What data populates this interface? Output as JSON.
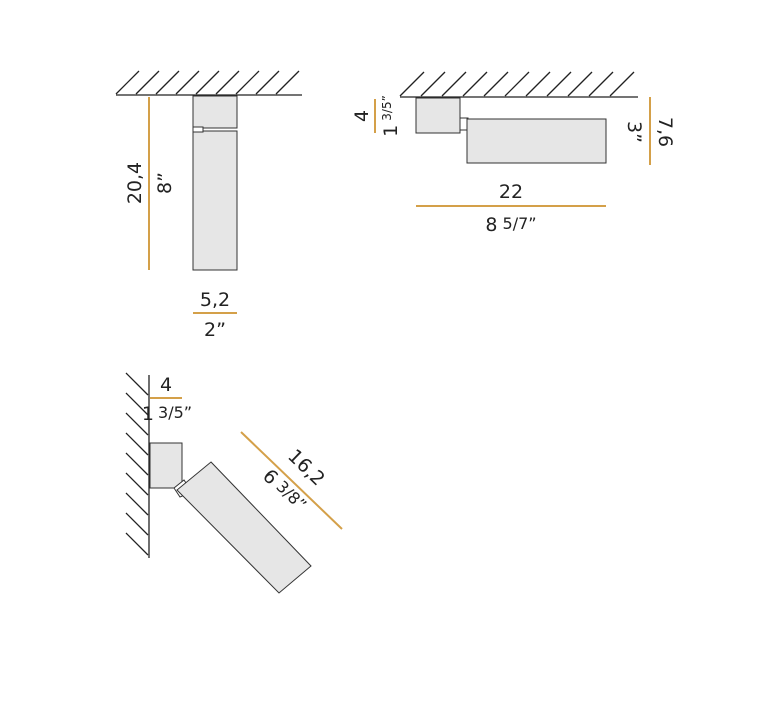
{
  "colors": {
    "dimension_line": "#d4a049",
    "fixture_fill": "#e6e6e6",
    "fixture_stroke": "#333333",
    "hatch": "#222222",
    "text": "#222222"
  },
  "views": {
    "ceiling_vertical": {
      "height_cm": "20,4",
      "height_in": "8”",
      "width_cm": "5,2",
      "width_in": "2”"
    },
    "ceiling_horizontal": {
      "base_cm": "4",
      "base_in_whole": "1",
      "base_in_frac": "3/5”",
      "height_cm": "7,6",
      "height_in": "3”",
      "length_cm": "22",
      "length_in_whole": "8",
      "length_in_frac": "5/7”"
    },
    "wall_tilted": {
      "depth_cm": "4",
      "depth_in_whole": "1",
      "depth_in_frac": "3/5”",
      "length_cm": "16,2",
      "length_in_whole": "6",
      "length_in_frac": "3/8”"
    }
  }
}
